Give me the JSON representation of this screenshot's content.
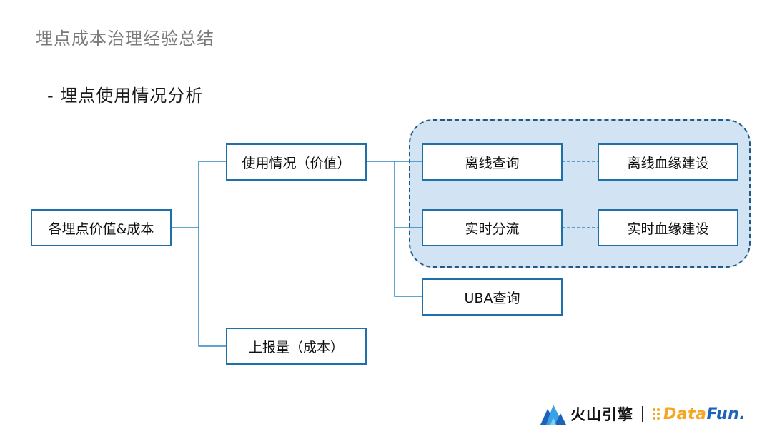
{
  "slide": {
    "title": "埋点成本治理经验总结",
    "subtitle": "- 埋点使用情况分析"
  },
  "diagram": {
    "root": "各埋点价值&成本",
    "usage": "使用情况（价值）",
    "report": "上报量（成本）",
    "offline_query": "离线查询",
    "realtime_split": "实时分流",
    "uba_query": "UBA查询",
    "offline_lineage": "离线血缘建设",
    "realtime_lineage": "实时血缘建设"
  },
  "footer": {
    "volcano_logo_text": "火山引擎",
    "datafun_logo_text_a": "Data",
    "datafun_logo_text_b": "Fun."
  },
  "colors": {
    "box_border": "#1f6fa8",
    "connector": "#2f86c0",
    "highlight_fill": "#d2e3f3",
    "highlight_border": "#1f5a85",
    "title_gray": "#7a7a7a"
  }
}
